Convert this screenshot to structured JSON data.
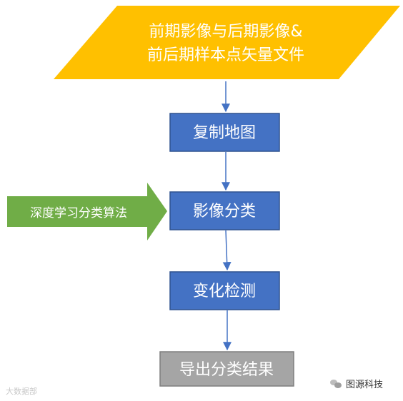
{
  "diagram": {
    "input": {
      "line1": "前期影像与后期影像&",
      "line2": "前后期样本点矢量文件"
    },
    "steps": [
      {
        "label": "复制地图"
      },
      {
        "label": "影像分类"
      },
      {
        "label": "变化检测"
      },
      {
        "label": "导出分类结果"
      }
    ],
    "side_input": {
      "label": "深度学习分类算法"
    },
    "colors": {
      "input_fill": "#ffc000",
      "step_fill": "#4472c4",
      "step_border": "#2f528f",
      "final_fill": "#a5a5a5",
      "final_border": "#7f7f7f",
      "side_arrow_fill": "#70ad47",
      "connector": "#4472c4"
    }
  },
  "watermarks": {
    "left": "大数据部",
    "right": "图源科技"
  }
}
